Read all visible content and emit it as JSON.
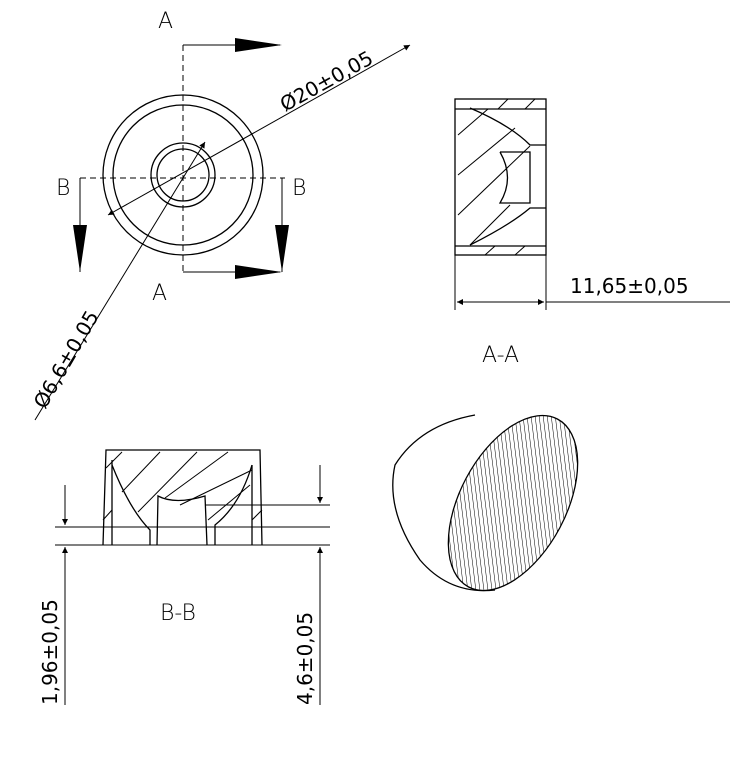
{
  "labels": {
    "section_a_top": "A",
    "section_a_bottom": "A",
    "section_b_left": "B",
    "section_b_right": "B",
    "diameter_outer": "Ø20±0,05",
    "diameter_inner": "Ø6,6±0,05",
    "length": "11,65±0,05",
    "view_aa": "A-A",
    "view_bb": "B-B",
    "height_step": "1,96±0,05",
    "height_total": "4,6±0,05"
  },
  "colors": {
    "line": "#000000",
    "background": "#ffffff"
  }
}
